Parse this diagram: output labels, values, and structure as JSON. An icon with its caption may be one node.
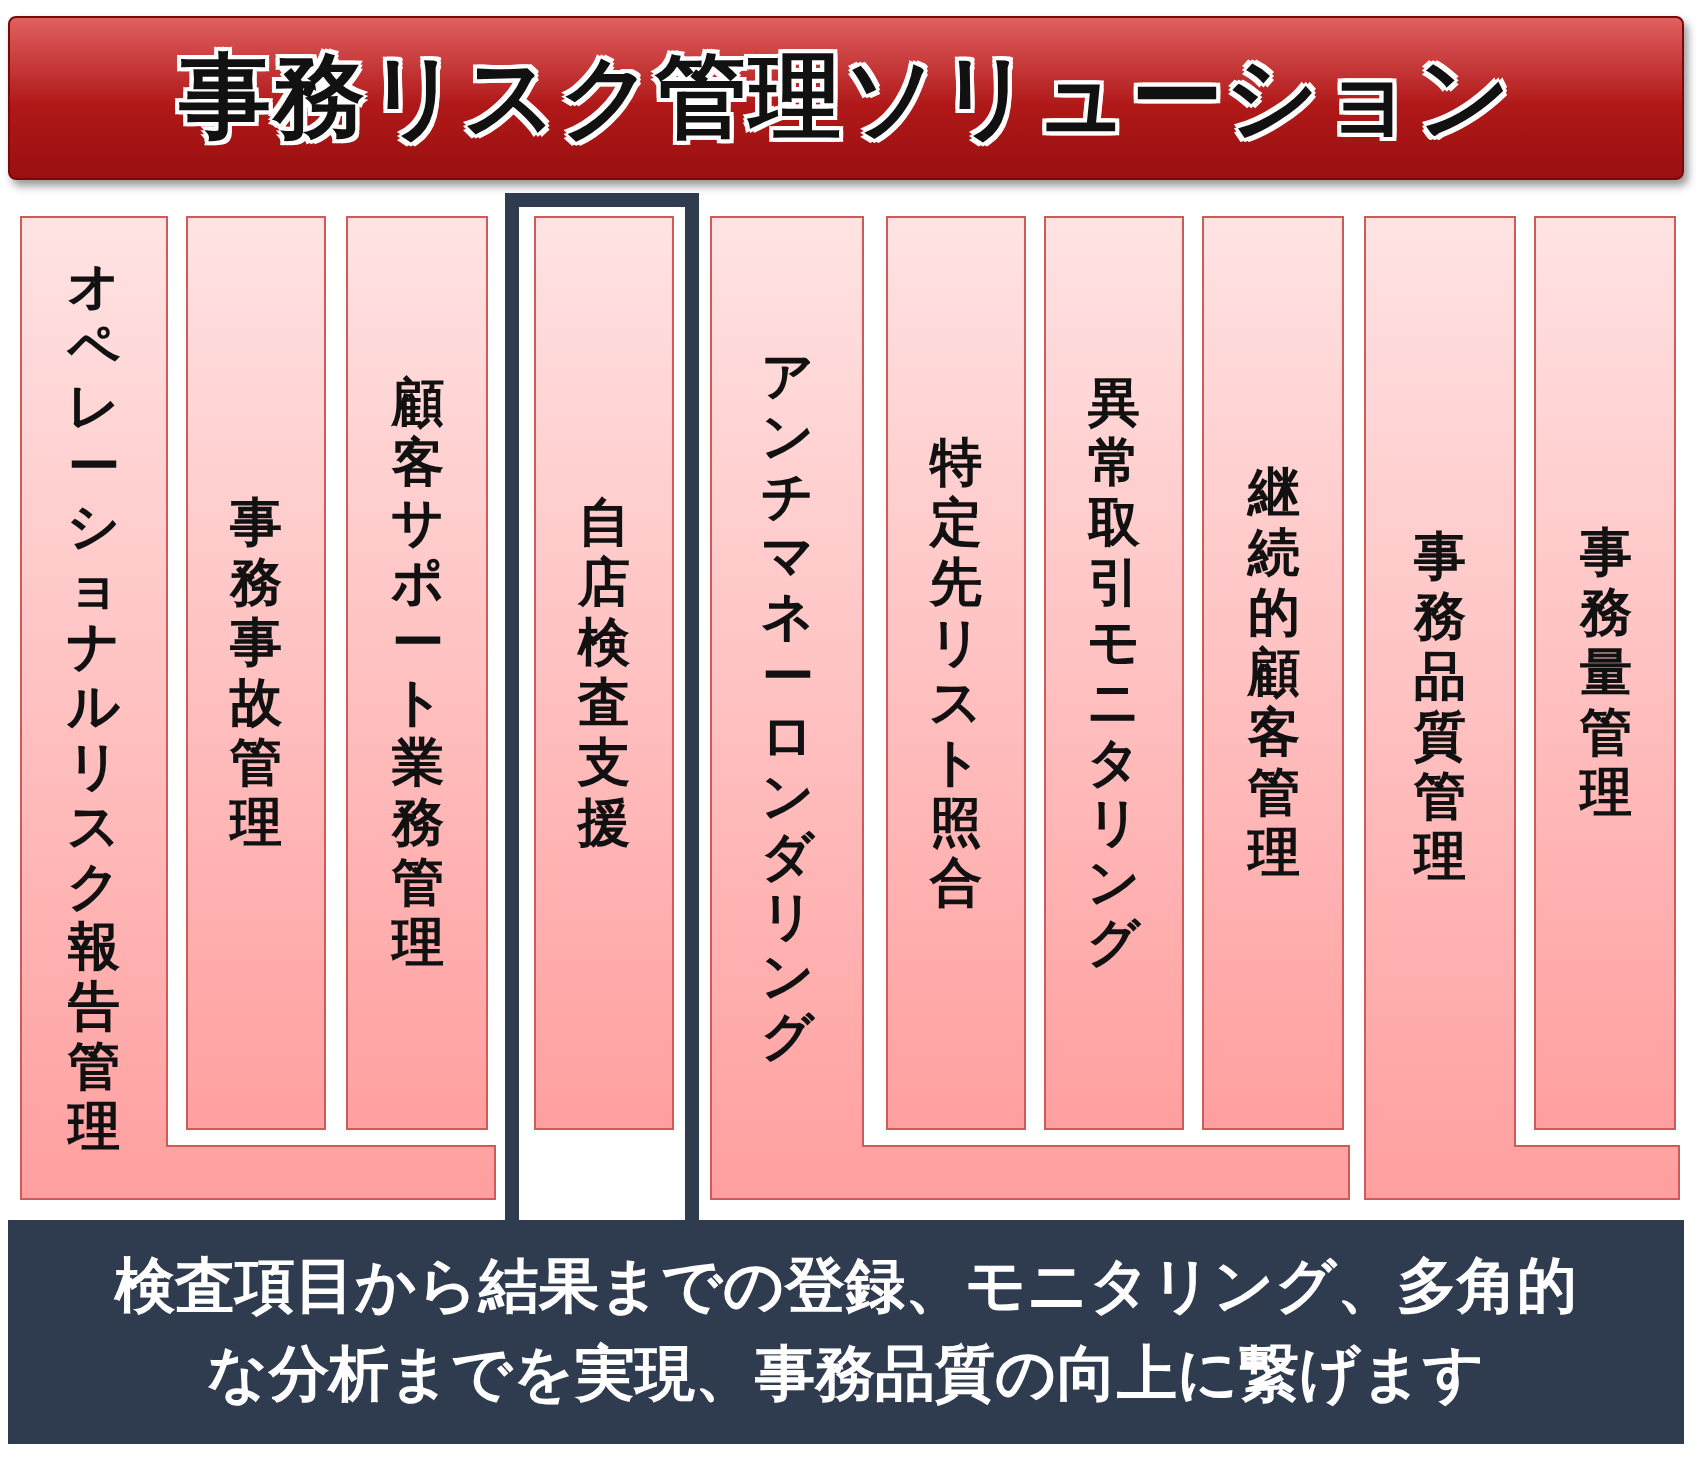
{
  "diagram": {
    "title": "事務リスク管理ソリューション",
    "nodes": [
      {
        "text": [
          "オペレーショナルリスク報告管理"
        ]
      },
      {
        "text": [
          "事務事故管理"
        ]
      },
      {
        "text": [
          "顧客サポート業務管理"
        ]
      },
      {
        "text": [
          "自店検査支援"
        ]
      },
      {
        "text": [
          "アンチマネーロンダリング"
        ]
      },
      {
        "text": [
          "特定先リスト照合"
        ]
      },
      {
        "text": [
          "異常取引モニタリング"
        ]
      },
      {
        "text": [
          "継続的顧客管理"
        ]
      },
      {
        "text": [
          "事務品質管理"
        ]
      },
      {
        "text": [
          "事務量管理"
        ]
      },
      {
        "text": [
          "検査項目から結果までの登録、モニタリング、多角的な分析までを実現、事務品質の向上に繋げます"
        ]
      }
    ]
  }
}
